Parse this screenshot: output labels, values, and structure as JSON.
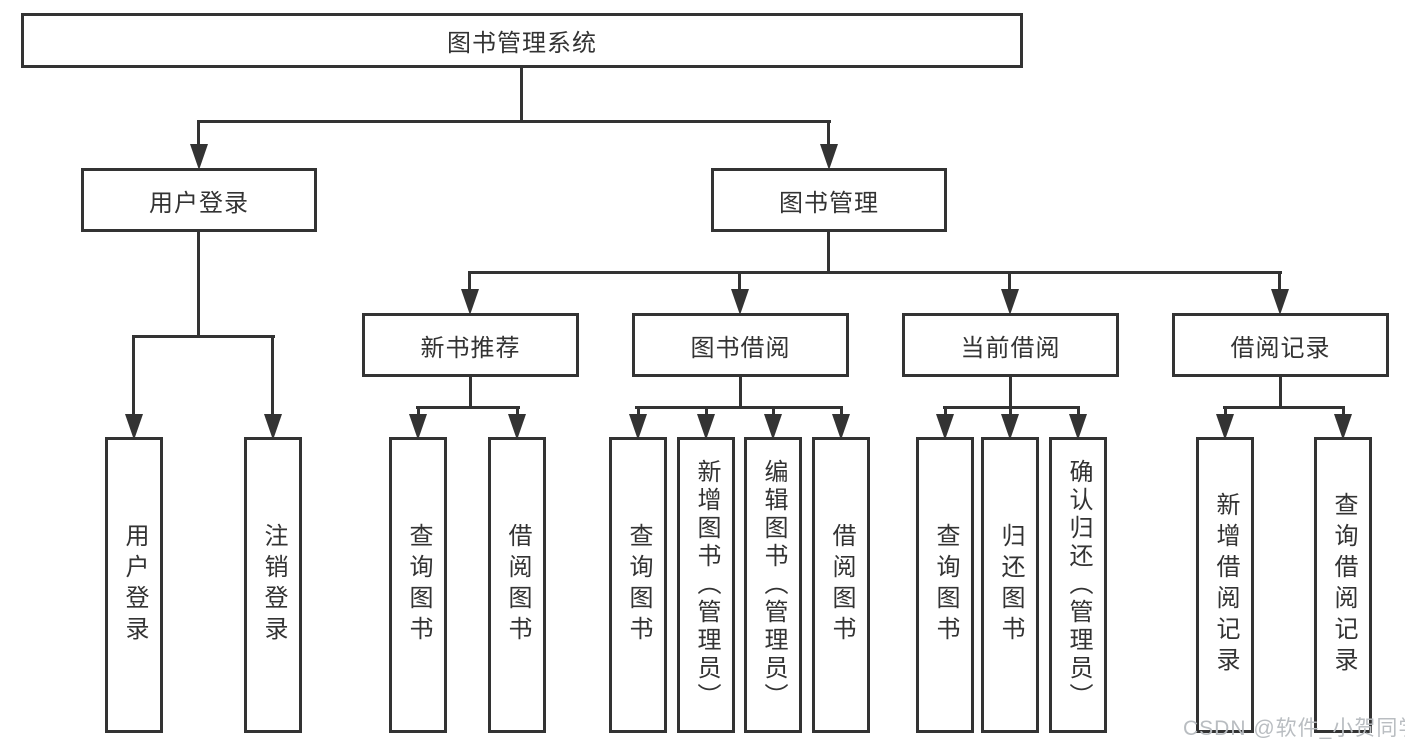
{
  "diagram": {
    "root": {
      "label": "图书管理系统"
    },
    "level2": {
      "user_login": {
        "label": "用户登录"
      },
      "book_mgmt": {
        "label": "图书管理"
      }
    },
    "level3": {
      "new_book_rec": {
        "label": "新书推荐"
      },
      "book_borrow": {
        "label": "图书借阅"
      },
      "current_borrow": {
        "label": "当前借阅"
      },
      "borrow_records": {
        "label": "借阅记录"
      }
    },
    "leaves": {
      "user_login": {
        "label": "用户登录"
      },
      "logout": {
        "label": "注销登录"
      },
      "nbr_query_books": {
        "label": "查询图书"
      },
      "nbr_borrow_books": {
        "label": "借阅图书"
      },
      "bb_query_books": {
        "label": "查询图书"
      },
      "bb_add_books": {
        "label": "新增图书（管理员）"
      },
      "bb_edit_books": {
        "label": "编辑图书（管理员）"
      },
      "bb_borrow_books": {
        "label": "借阅图书"
      },
      "cb_query_books": {
        "label": "查询图书"
      },
      "cb_return_books": {
        "label": "归还图书"
      },
      "cb_confirm_return": {
        "label": "确认归还（管理员）"
      },
      "br_add_record": {
        "label": "新增借阅记录"
      },
      "br_query_record": {
        "label": "查询借阅记录"
      }
    }
  },
  "watermark": {
    "text": "CSDN @软件_小贺同学"
  },
  "colors": {
    "line": "#333333",
    "box_background": "#ffffff",
    "watermark": "#b9bdc1"
  }
}
